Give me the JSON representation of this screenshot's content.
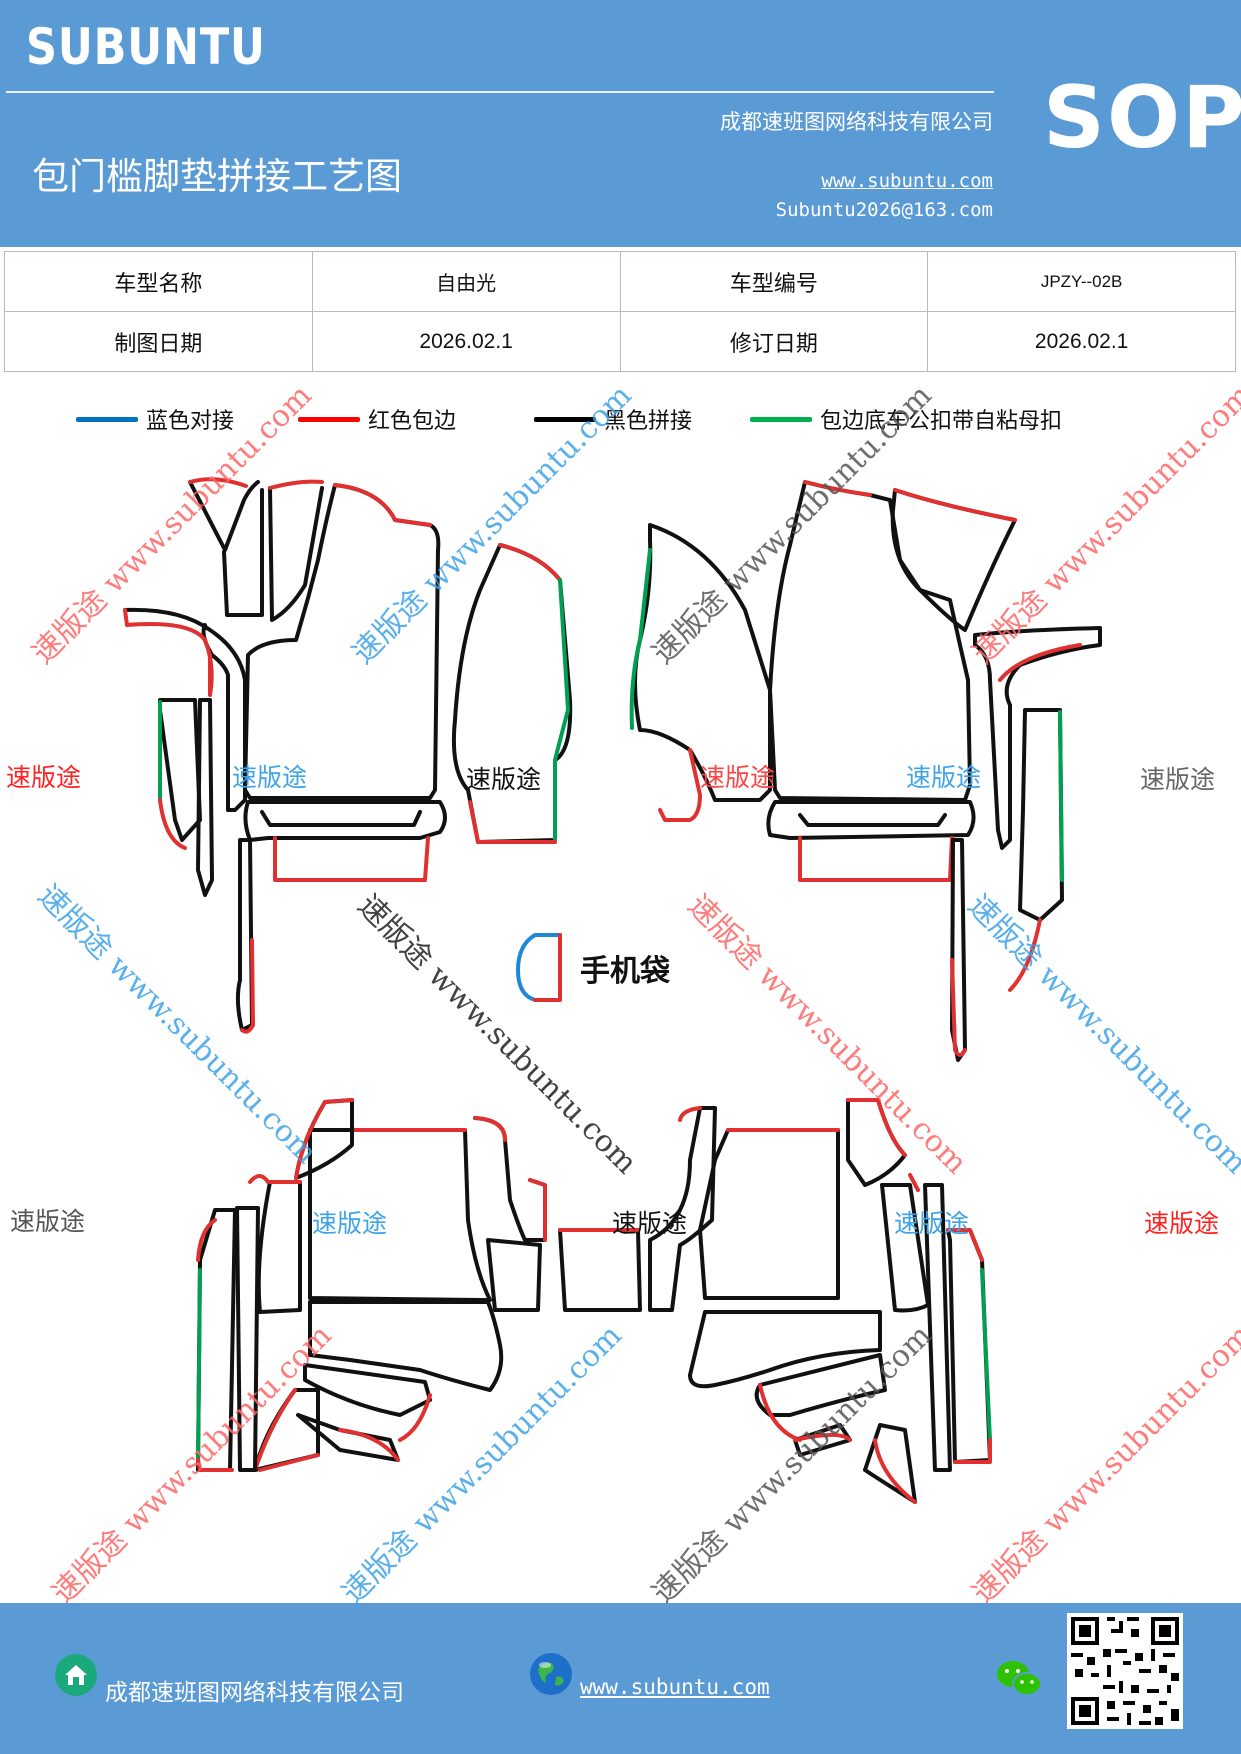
{
  "header": {
    "brand": "SUBUNTU",
    "company": "成都速班图网络科技有限公司",
    "title": "包门槛脚垫拼接工艺图",
    "website": "www.subuntu.com",
    "email": "Subuntu2026@163.com",
    "badge": "SOP"
  },
  "info_table": {
    "model_name_label": "车型名称",
    "model_name": "自由光",
    "model_code_label": "车型编号",
    "model_code": "JPZY--02B",
    "drawing_date_label": "制图日期",
    "drawing_date": "2026.02.1",
    "revision_date_label": "修订日期",
    "revision_date": "2026.02.1"
  },
  "legend": [
    {
      "label": "蓝色对接",
      "color": "#0070c0"
    },
    {
      "label": "红色包边",
      "color": "#ff0000"
    },
    {
      "label": "黑色拼接",
      "color": "#000000"
    },
    {
      "label": "包边底车公扣带自粘母扣",
      "color": "#00b050"
    }
  ],
  "watermarks": {
    "brand_text": "速版途",
    "site_text": "www.subuntu.com",
    "colors": {
      "red": "#ff3333",
      "blue": "#3fa3e8",
      "gray": "#666666"
    }
  },
  "phone_bag_label": "手机袋",
  "colors": {
    "header_bg": "#5b9bd5",
    "red_edge": "#e03030",
    "black_seam": "#111111",
    "green_edge": "#00a050",
    "blue_joint": "#1e88d8"
  },
  "footer": {
    "company": "成都速班图网络科技有限公司",
    "website": "www.subuntu.com",
    "icons": [
      "home-icon",
      "globe-icon",
      "wechat-icon",
      "qr-code"
    ]
  }
}
